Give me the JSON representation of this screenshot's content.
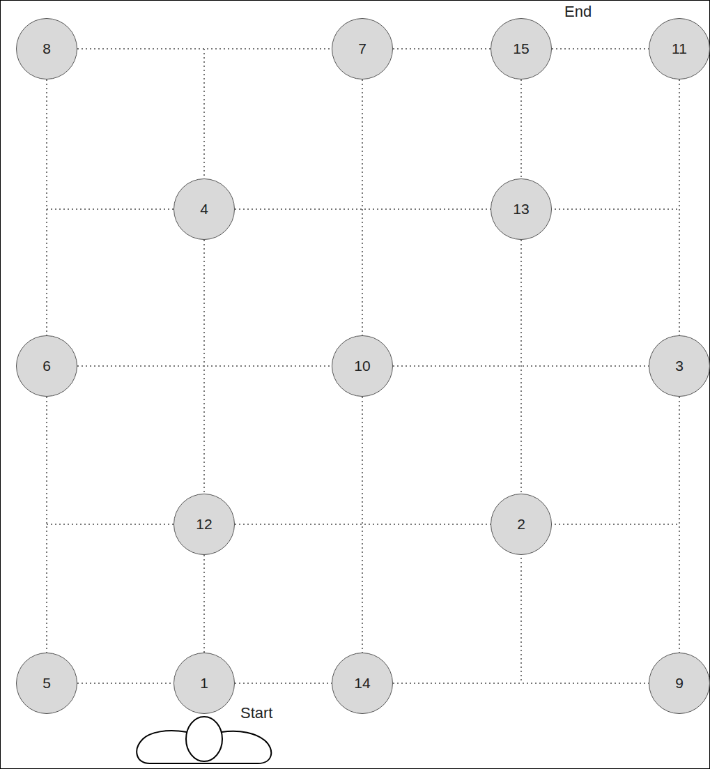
{
  "diagram": {
    "nodes": [
      {
        "text": [
          "8"
        ]
      },
      {
        "text": [
          "7"
        ]
      },
      {
        "text": [
          "15"
        ]
      },
      {
        "text": [
          "11"
        ]
      },
      {
        "text": [
          "4"
        ]
      },
      {
        "text": [
          "13"
        ]
      },
      {
        "text": [
          "6"
        ]
      },
      {
        "text": [
          "10"
        ]
      },
      {
        "text": [
          "3"
        ]
      },
      {
        "text": [
          "12"
        ]
      },
      {
        "text": [
          "2"
        ]
      },
      {
        "text": [
          "5"
        ]
      },
      {
        "text": [
          "1"
        ]
      },
      {
        "text": [
          "14"
        ]
      },
      {
        "text": [
          "9"
        ]
      }
    ],
    "edges": [
      {
        "from": 0,
        "to": 1,
        "arrow": "none"
      },
      {
        "from": 1,
        "to": 2,
        "arrow": "none"
      },
      {
        "from": 2,
        "to": 3,
        "arrow": "none"
      },
      {
        "from": 4,
        "to": 5,
        "arrow": "none"
      },
      {
        "from": 6,
        "to": 7,
        "arrow": "none"
      },
      {
        "from": 7,
        "to": 8,
        "arrow": "none"
      },
      {
        "from": 9,
        "to": 10,
        "arrow": "none"
      },
      {
        "from": 11,
        "to": 12,
        "arrow": "none"
      },
      {
        "from": 12,
        "to": 13,
        "arrow": "none"
      },
      {
        "from": 13,
        "to": 14,
        "arrow": "none"
      },
      {
        "from": 0,
        "to": 6,
        "arrow": "none"
      },
      {
        "from": 6,
        "to": 11,
        "arrow": "none"
      },
      {
        "from": 4,
        "to": 9,
        "arrow": "none"
      },
      {
        "from": 9,
        "to": 12,
        "arrow": "none"
      },
      {
        "from": 1,
        "to": 7,
        "arrow": "none"
      },
      {
        "from": 7,
        "to": 13,
        "arrow": "none"
      },
      {
        "from": 2,
        "to": 5,
        "arrow": "none"
      },
      {
        "from": 5,
        "to": 10,
        "arrow": "none"
      },
      {
        "from": 3,
        "to": 8,
        "arrow": "none"
      },
      {
        "from": 8,
        "to": 14,
        "arrow": "none"
      }
    ],
    "labels": [
      "End",
      "Start"
    ]
  }
}
